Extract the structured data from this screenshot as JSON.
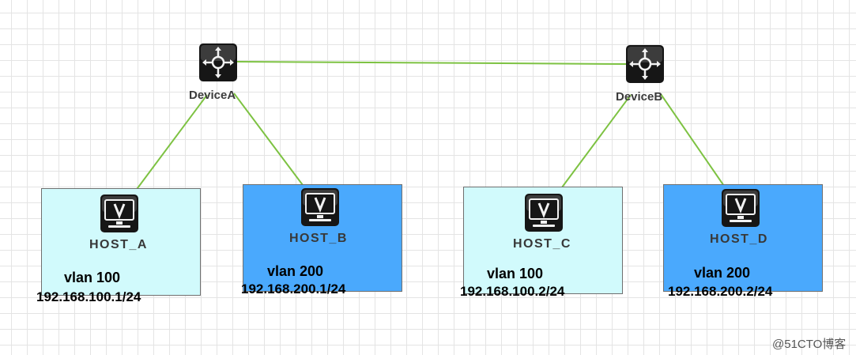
{
  "devices": {
    "a": {
      "label": "DeviceA"
    },
    "b": {
      "label": "DeviceB"
    }
  },
  "hosts": {
    "a": {
      "label": "HOST_A",
      "vlan": "vlan 100",
      "ip": "192.168.100.1/24",
      "color": "#d1fafc"
    },
    "b": {
      "label": "HOST_B",
      "vlan": "vlan 200",
      "ip": "192.168.200.1/24",
      "color": "#4aa9fd"
    },
    "c": {
      "label": "HOST_C",
      "vlan": "vlan 100",
      "ip": "192.168.100.2/24",
      "color": "#d1fafc"
    },
    "d": {
      "label": "HOST_D",
      "vlan": "vlan 200",
      "ip": "192.168.200.2/24",
      "color": "#4aa9fd"
    }
  },
  "link_color": "#7dc242",
  "icons": {
    "device": "switch-icon",
    "host": "monitor-icon"
  },
  "watermark": "@51CTO博客"
}
